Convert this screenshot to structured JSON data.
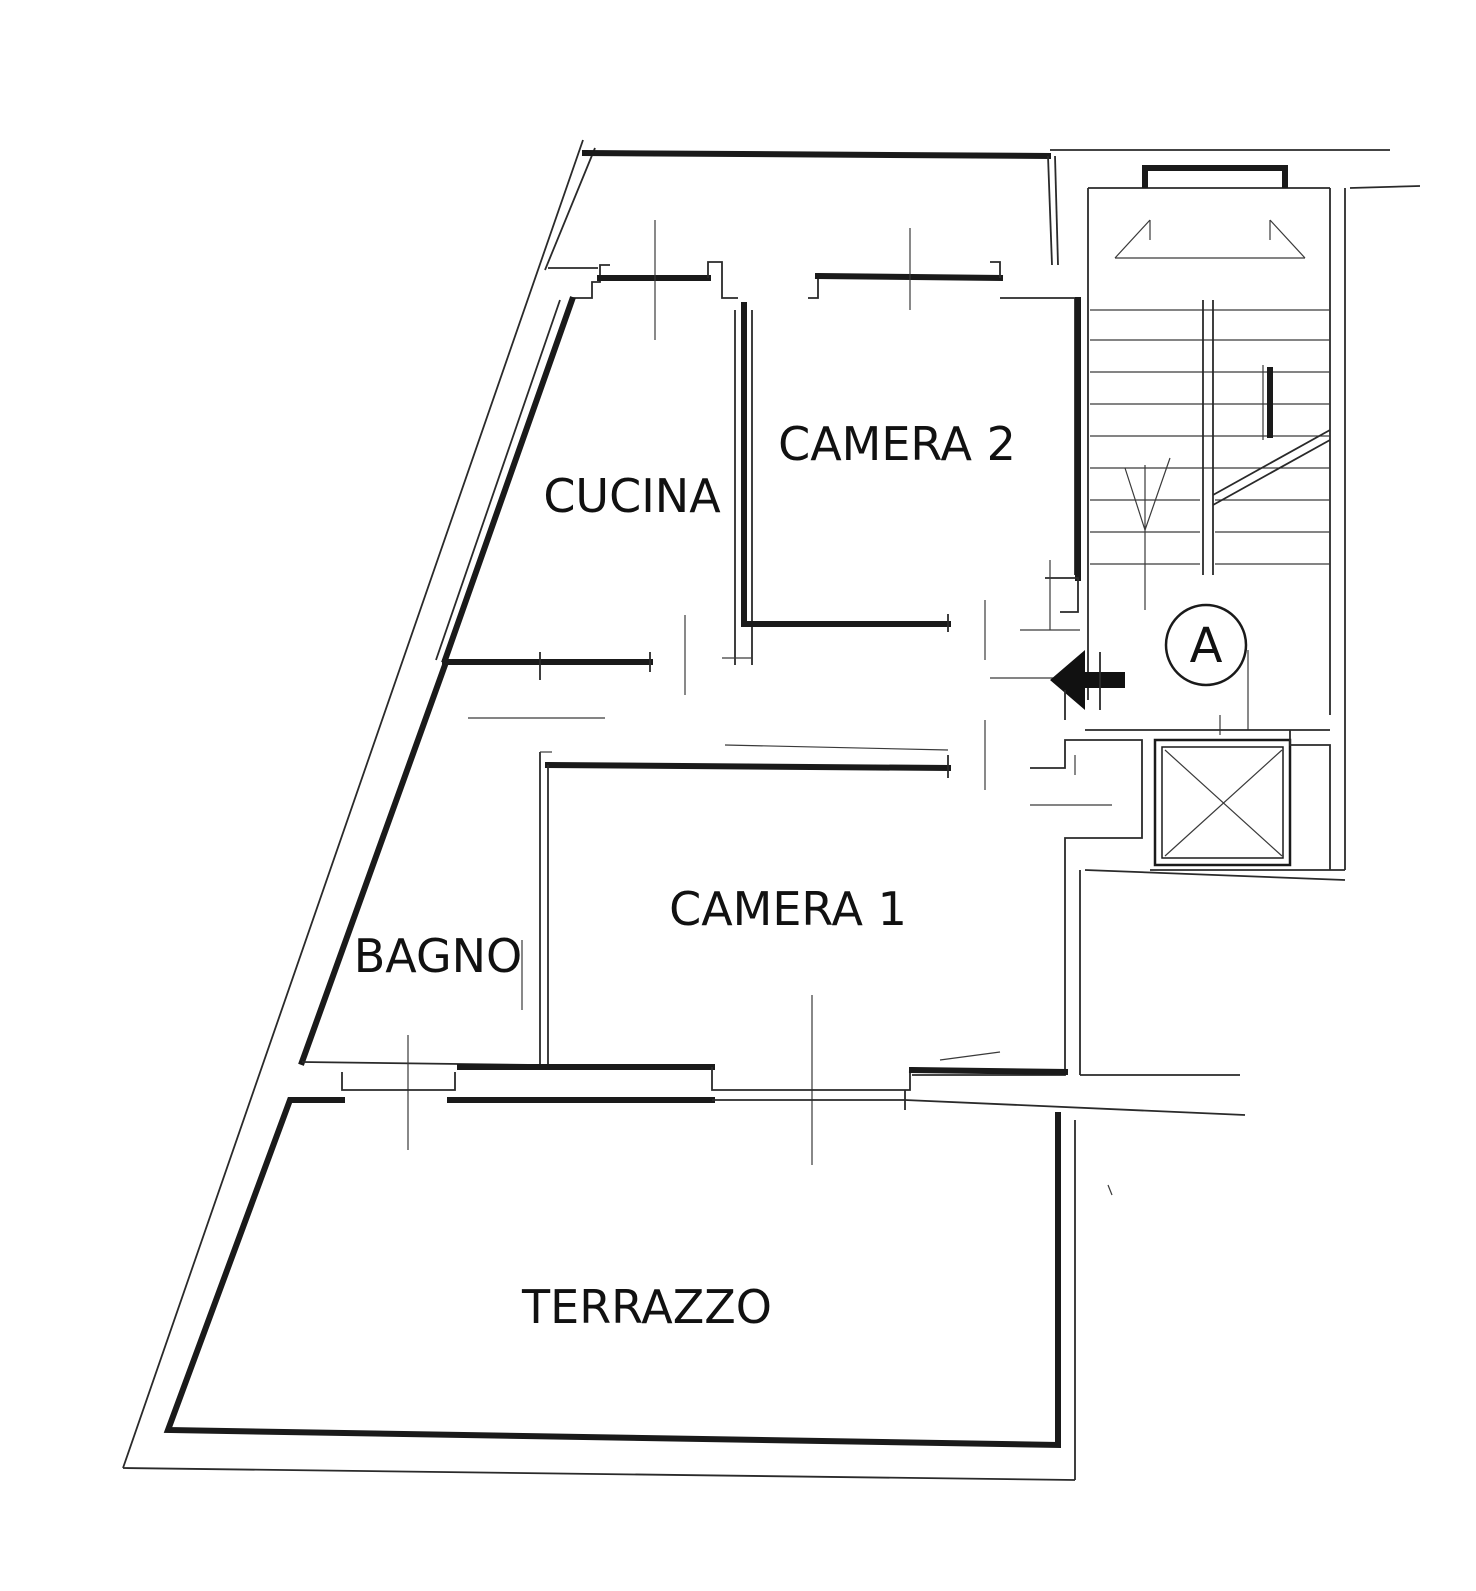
{
  "rooms": {
    "cucina": "CUCINA",
    "camera2": "CAMERA 2",
    "camera1": "CAMERA 1",
    "bagno": "BAGNO",
    "terrazzo": "TERRAZZO"
  },
  "section_marker": "A",
  "colors": {
    "ink": "#1a1a1a",
    "paper": "#ffffff"
  }
}
